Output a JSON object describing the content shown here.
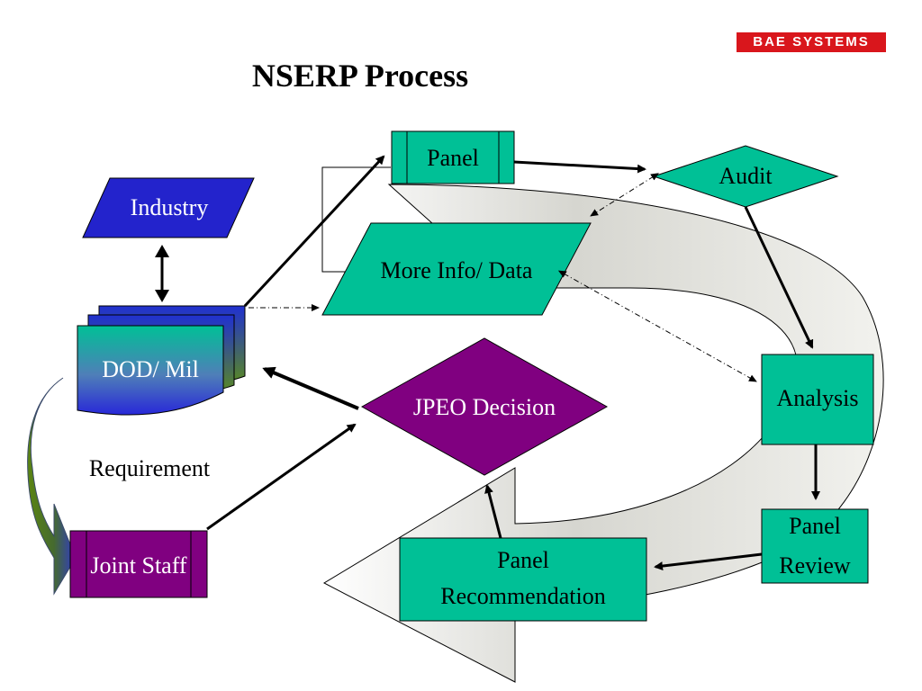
{
  "brand": {
    "logo": "BAE SYSTEMS",
    "logo_color": "#d9161c"
  },
  "title": "NSERP Process",
  "colors": {
    "teal": "#00c096",
    "purple": "#800080",
    "blue": "#2323cc",
    "green": "#4e7a10",
    "arrow_fill_light": "#f2f2ef",
    "arrow_fill_dark": "#b5b5ae"
  },
  "nodes": {
    "industry": "Industry",
    "dod_mil": "DOD/ Mil",
    "requirement": "Requirement",
    "joint_staff": "Joint Staff",
    "panel": "Panel",
    "audit": "Audit",
    "more_info": "More Info/ Data",
    "analysis": "Analysis",
    "panel_review_line1": "Panel",
    "panel_review_line2": "Review",
    "panel_recommendation_line1": "Panel",
    "panel_recommendation_line2": "Recommendation",
    "jpeo_decision": "JPEO Decision"
  }
}
